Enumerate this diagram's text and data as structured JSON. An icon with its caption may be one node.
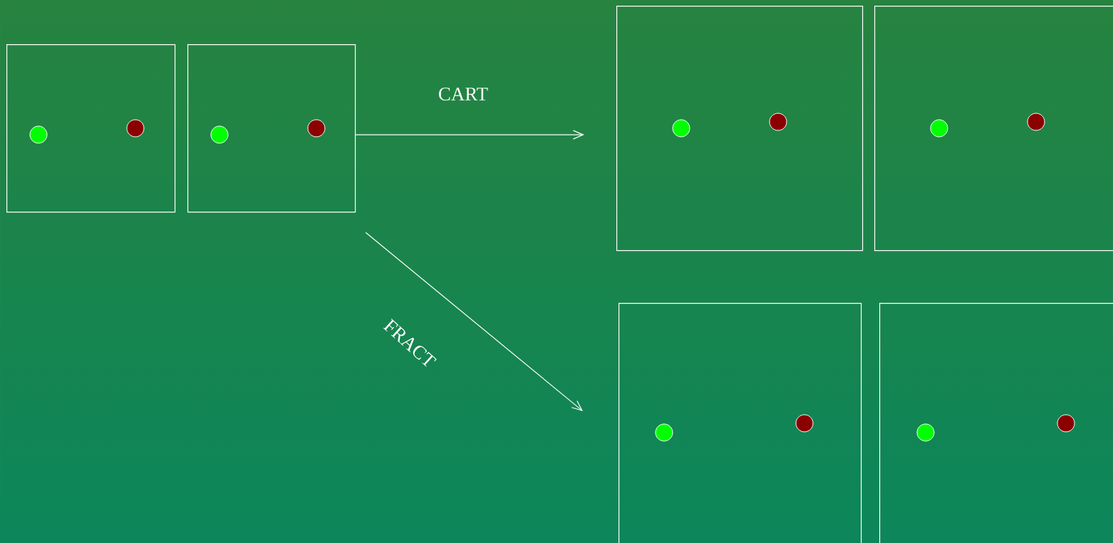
{
  "diagram": {
    "nodes": [
      {
        "text": [],
        "shape": "box"
      },
      {
        "text": [],
        "shape": "box"
      },
      {
        "text": [],
        "shape": "box"
      },
      {
        "text": [],
        "shape": "box"
      },
      {
        "text": [],
        "shape": "box"
      },
      {
        "text": [],
        "shape": "box"
      }
    ],
    "edges": [
      {
        "from": 1,
        "to": 2,
        "arrow": "to",
        "label": "CART"
      },
      {
        "from": 1,
        "to": 4,
        "arrow": "to",
        "label": "FRACT"
      }
    ]
  }
}
